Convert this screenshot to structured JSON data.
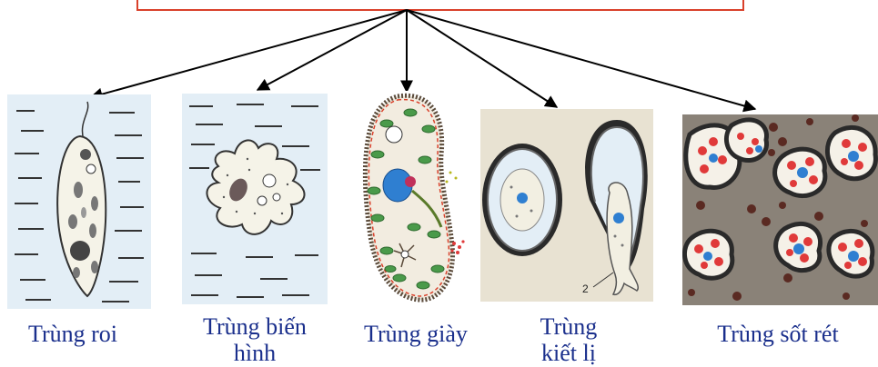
{
  "organisms": [
    {
      "label": "Trùng roi"
    },
    {
      "label_line1": "Trùng biến",
      "label_line2": "hình"
    },
    {
      "label": "Trùng giày"
    },
    {
      "label_line1": "Trùng",
      "label_line2": "kiết lị",
      "figure_number": "2"
    },
    {
      "label": "Trùng sốt rét"
    }
  ],
  "colors": {
    "label_text": "#1a2f8c",
    "title_border": "#d9412b",
    "water_bg": "#e3eef6",
    "cilia_green": "#3f8f3a",
    "nucleus_blue": "#2f7fd1",
    "blood_cell_red": "#e03a3a",
    "malaria_bg": "#8a8278",
    "cell_shadow": "#2a2a2a"
  }
}
